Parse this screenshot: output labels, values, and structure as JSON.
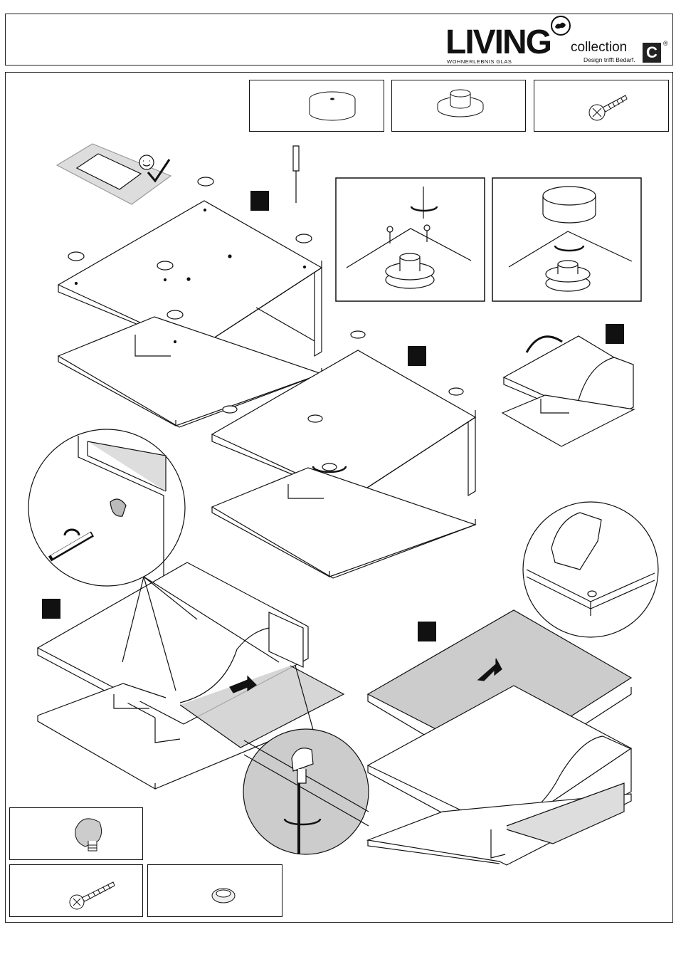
{
  "brand": {
    "logo_word": "LIVING",
    "logo_tagline": "WOHNERLEBNIS GLAS",
    "collection": "collection",
    "collection_letter": "C",
    "registered": "®",
    "slogan": "Design trifft Bedarf."
  },
  "parts_top": [
    {
      "icon": "furniture-foot-icon"
    },
    {
      "icon": "foot-base-icon"
    },
    {
      "icon": "screw-icon"
    }
  ],
  "parts_bottom": [
    {
      "icon": "glass-clamp-icon"
    },
    {
      "icon": "screw-icon"
    },
    {
      "icon": "bumper-pad-icon"
    }
  ],
  "steps": [
    {
      "id": "step-1"
    },
    {
      "id": "step-2"
    },
    {
      "id": "step-3"
    },
    {
      "id": "step-4"
    },
    {
      "id": "step-5"
    },
    {
      "id": "step-6"
    },
    {
      "id": "step-7"
    }
  ],
  "colors": {
    "line": "#111111",
    "glass": "#bdbdbd",
    "panel": "#ffffff"
  }
}
